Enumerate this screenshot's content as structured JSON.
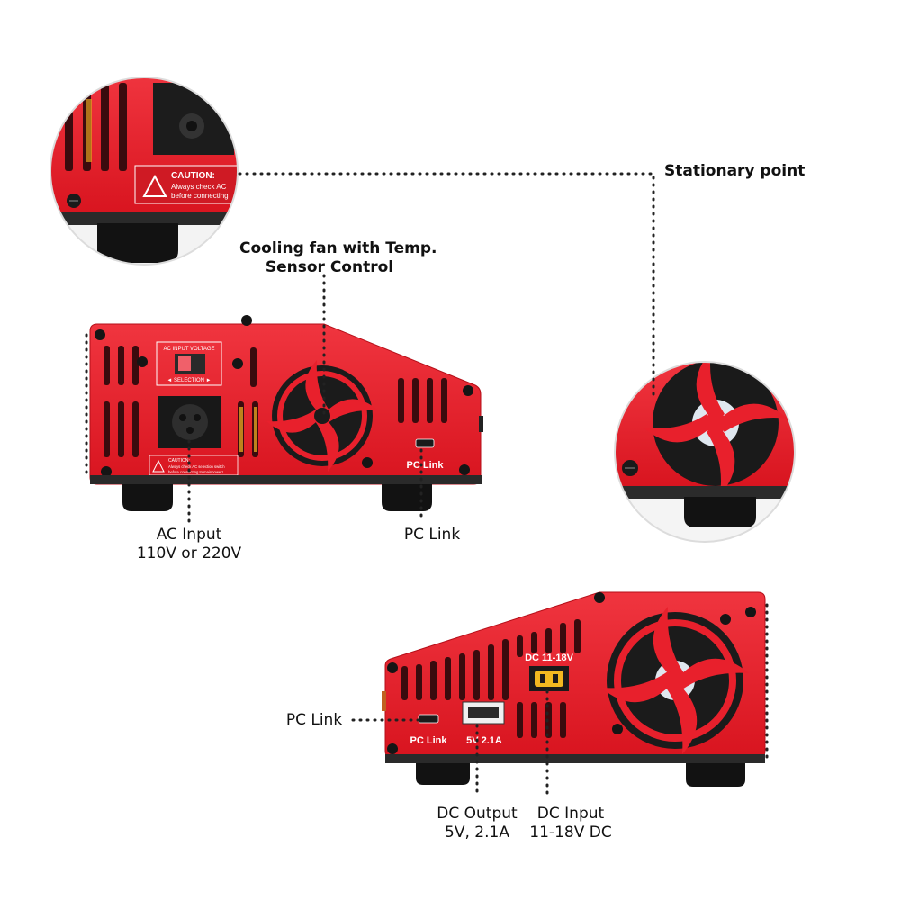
{
  "callouts": {
    "stationary_point": "Stationary point",
    "cooling_fan_line1": "Cooling fan with Temp.",
    "cooling_fan_line2": "Sensor Control",
    "ac_input_line1": "AC  Input",
    "ac_input_line2": "110V or 220V",
    "pc_link_rear": "PC  Link",
    "pc_link_side": "PC  Link",
    "dc_output_line1": "DC Output",
    "dc_output_line2": "5V, 2.1A",
    "dc_input_line1": "DC Input",
    "dc_input_line2": "11-18V DC"
  },
  "device_labels": {
    "caution_title": "CAUTION:",
    "caution_line1": "Always check AC",
    "caution_line2": "before connecting",
    "ac_input_voltage": "AC INPUT VOLTAGE",
    "selection": "◄ SELECTION ►",
    "caution_small_line1": "Always check AC selection switch",
    "caution_small_line2": "before connecting to mainpower!",
    "pc_link_rear": "PC Link",
    "pc_link_side": "PC Link",
    "usb_rating": "5V  2.1A",
    "dc_range": "DC  11-18V"
  },
  "colors": {
    "body_red": "#e8202c",
    "dark_red": "#a50f18",
    "black": "#111111"
  }
}
